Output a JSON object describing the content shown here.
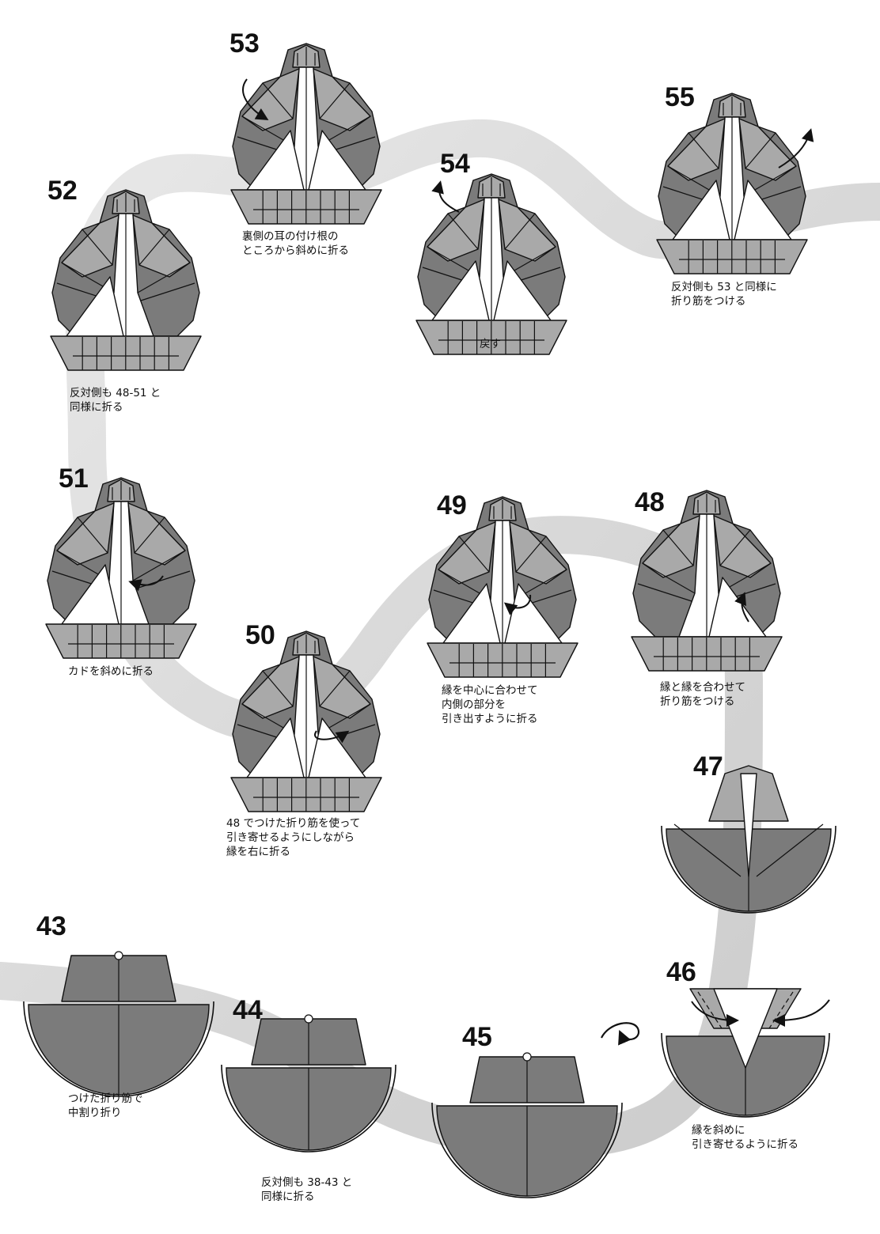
{
  "colors": {
    "paper_dark": "#7b7b7b",
    "paper_mid": "#a9a9a9",
    "paper_light": "#ffffff",
    "line": "#111111",
    "background_path": "#d9d9d9"
  },
  "steps": [
    {
      "id": "52",
      "number": "52",
      "shape": "body",
      "caption": [
        "反対側も 48-51 と",
        "同様に折る"
      ]
    },
    {
      "id": "53",
      "number": "53",
      "shape": "body",
      "caption": [
        "裏側の耳の付け根の",
        "ところから斜めに折る"
      ]
    },
    {
      "id": "54",
      "number": "54",
      "shape": "body",
      "caption": [
        "戻す"
      ]
    },
    {
      "id": "55",
      "number": "55",
      "shape": "body",
      "caption": [
        "反対側も 53 と同様に",
        "折り筋をつける"
      ]
    },
    {
      "id": "51",
      "number": "51",
      "shape": "body",
      "caption": [
        "カドを斜めに折る"
      ]
    },
    {
      "id": "50",
      "number": "50",
      "shape": "body",
      "caption": [
        "48 でつけた折り筋を使って",
        "引き寄せるようにしながら",
        "縁を右に折る"
      ]
    },
    {
      "id": "49",
      "number": "49",
      "shape": "body",
      "caption": [
        "縁を中心に合わせて",
        "内側の部分を",
        "引き出すように折る"
      ]
    },
    {
      "id": "48",
      "number": "48",
      "shape": "body",
      "caption": [
        "縁と縁を合わせて",
        "折り筋をつける"
      ]
    },
    {
      "id": "47",
      "number": "47",
      "shape": "bowl_top",
      "caption": []
    },
    {
      "id": "46",
      "number": "46",
      "shape": "bowl_mid",
      "caption": [
        "縁を斜めに",
        "引き寄せるように折る"
      ]
    },
    {
      "id": "45",
      "number": "45",
      "shape": "bowl_flat",
      "caption": []
    },
    {
      "id": "44",
      "number": "44",
      "shape": "bowl_flat",
      "caption": [
        "反対側も 38-43 と",
        "同様に折る"
      ]
    },
    {
      "id": "43",
      "number": "43",
      "shape": "bowl_flat",
      "caption": [
        "つけた折り筋で",
        "中割り折り"
      ]
    }
  ]
}
